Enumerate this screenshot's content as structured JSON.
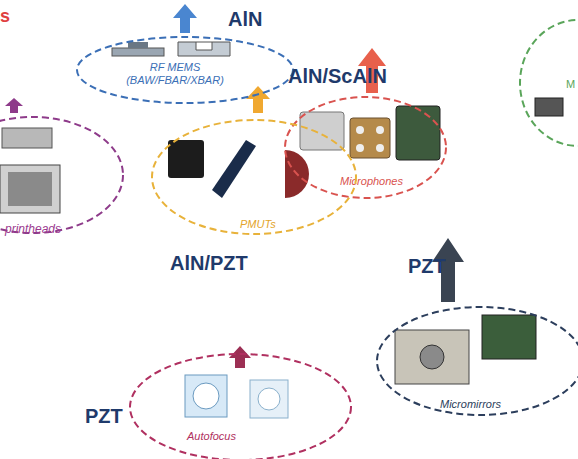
{
  "diagram": {
    "nodes": [
      {
        "text": [
          "printheads"
        ]
      },
      {
        "text": [
          "AlN",
          "RF MEMS (BAW/FBAR/XBAR)"
        ]
      },
      {
        "text": [
          "AlN/ScAlN",
          "Microphones"
        ]
      },
      {
        "text": [
          "PMUTs",
          "AlN/PZT"
        ]
      },
      {
        "text": [
          "M"
        ]
      },
      {
        "text": [
          "PZT",
          "Micromirrors"
        ]
      },
      {
        "text": [
          "PZT",
          "Autofocus"
        ]
      }
    ],
    "labels": [
      "s"
    ]
  }
}
